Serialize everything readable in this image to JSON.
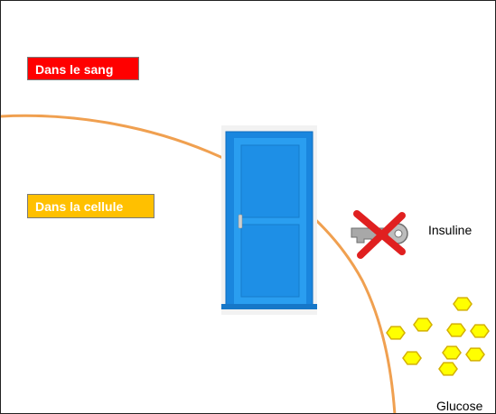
{
  "labels": {
    "blood": "Dans le sang",
    "cell": "Dans la cellule",
    "insulin": "Insuline",
    "glucose": "Glucose"
  },
  "icons": {
    "door": "door-icon",
    "key": "key-icon",
    "cross": "red-cross-icon",
    "glucose": "hexagon-icon"
  },
  "glucose_molecule_count": 9,
  "colors": {
    "blood_label_bg": "#ff0000",
    "cell_label_bg": "#ffc000",
    "membrane": "#f0a050",
    "door": "#1e8fe6",
    "cross": "#e02020",
    "glucose": "#ffff00"
  }
}
